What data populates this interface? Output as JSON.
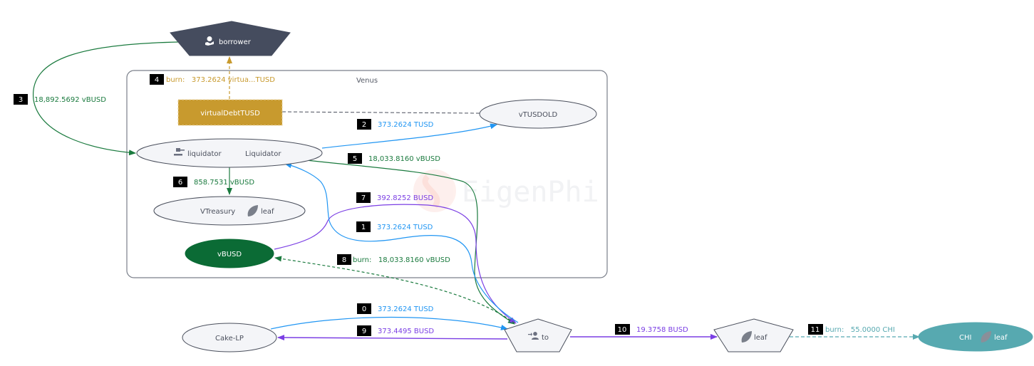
{
  "watermark": {
    "text": "EigenPhi"
  },
  "cluster": {
    "label": "Venus"
  },
  "colors": {
    "tusd": "#2196f3",
    "busd": "#7b3fe4",
    "vbusd": "#1a7a3e",
    "virtual": "#c89a2e",
    "chi": "#57a9b0",
    "borrower_fill": "#454c5e",
    "node_fill": "#f4f5f8",
    "node_stroke": "#4a4f5c",
    "vbusd_fill": "#0b6b35",
    "virtual_fill": "#c89a2e",
    "chi_fill": "#57a9b0"
  },
  "nodes": {
    "borrower": {
      "label": "borrower",
      "icon": "money-hand-icon"
    },
    "virtualDebt": {
      "label": "virtualDebtTUSD"
    },
    "vtusdold": {
      "label": "vTUSDOLD"
    },
    "liquidator": {
      "role": "liquidator",
      "label": "Liquidator",
      "icon": "gavel-icon"
    },
    "vtreasury": {
      "label": "VTreasury",
      "tag": "leaf",
      "icon": "leaf-icon"
    },
    "vbusd": {
      "label": "vBUSD"
    },
    "cakelp": {
      "label": "Cake-LP"
    },
    "to": {
      "label": "to",
      "icon": "user-arrow-icon"
    },
    "leaf": {
      "label": "leaf",
      "icon": "leaf-icon"
    },
    "chi": {
      "label": "CHI",
      "tag": "leaf",
      "icon": "leaf-icon"
    }
  },
  "edges": [
    {
      "index": "0",
      "label": "373.2624 TUSD",
      "from": "Cake-LP",
      "to": "to",
      "token": "TUSD"
    },
    {
      "index": "1",
      "label": "373.2624 TUSD",
      "from": "to",
      "to": "Liquidator",
      "token": "TUSD"
    },
    {
      "index": "2",
      "label": "373.2624 TUSD",
      "from": "Liquidator",
      "to": "vTUSDOLD",
      "token": "TUSD"
    },
    {
      "index": "3",
      "label": "18,892.5692 vBUSD",
      "from": "borrower",
      "to": "Liquidator",
      "token": "vBUSD"
    },
    {
      "index": "4",
      "label": "burn:   373.2624 virtua...TUSD",
      "from": "virtualDebtTUSD",
      "to": "borrower",
      "token": "virtualDebtTUSD"
    },
    {
      "index": "5",
      "label": "18,033.8160 vBUSD",
      "from": "Liquidator",
      "to": "to",
      "token": "vBUSD"
    },
    {
      "index": "6",
      "label": "858.7531 vBUSD",
      "from": "Liquidator",
      "to": "VTreasury",
      "token": "vBUSD"
    },
    {
      "index": "7",
      "label": "392.8252 BUSD",
      "from": "vBUSD",
      "to": "to",
      "token": "BUSD"
    },
    {
      "index": "8",
      "label": "burn:   18,033.8160 vBUSD",
      "from": "to",
      "to": "vBUSD",
      "token": "vBUSD"
    },
    {
      "index": "9",
      "label": "373.4495 BUSD",
      "from": "to",
      "to": "Cake-LP",
      "token": "BUSD"
    },
    {
      "index": "10",
      "label": "19.3758 BUSD",
      "from": "to",
      "to": "leaf",
      "token": "BUSD"
    },
    {
      "index": "11",
      "label": "burn:   55.0000 CHI",
      "from": "leaf",
      "to": "CHI",
      "token": "CHI"
    }
  ]
}
